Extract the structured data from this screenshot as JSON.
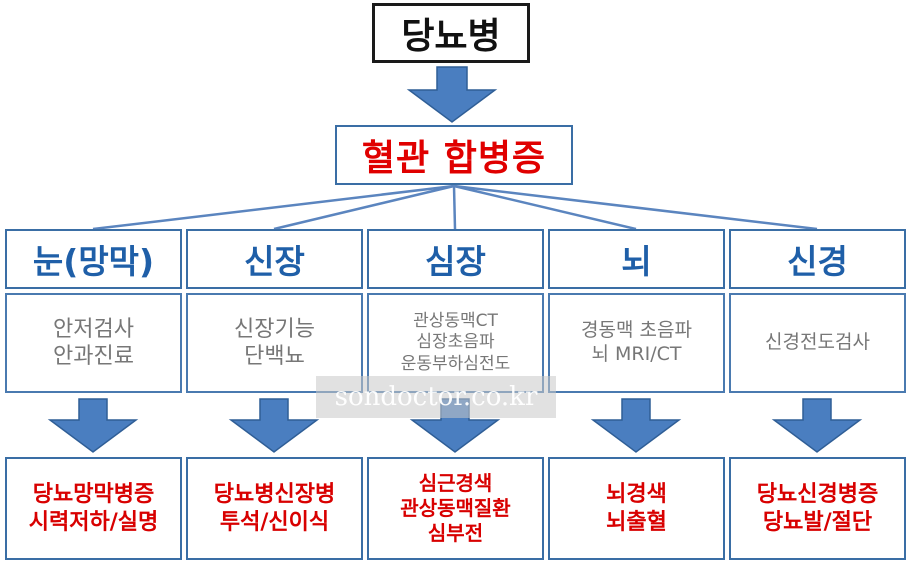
{
  "top": {
    "label": "당뇨병"
  },
  "middle": {
    "label": "혈관 합병증"
  },
  "columns": [
    {
      "category": "눈(망막)",
      "tests": [
        "안저검사",
        "안과진료"
      ],
      "results": [
        "당뇨망막병증",
        "시력저하/실명"
      ]
    },
    {
      "category": "신장",
      "tests": [
        "신장기능",
        "단백뇨"
      ],
      "results": [
        "당뇨병신장병",
        "투석/신이식"
      ]
    },
    {
      "category": "심장",
      "tests": [
        "관상동맥CT",
        "심장초음파",
        "운동부하심전도"
      ],
      "results": [
        "심근경색",
        "관상동맥질환",
        "심부전"
      ]
    },
    {
      "category": "뇌",
      "tests": [
        "경동맥 초음파",
        "뇌 MRI/CT"
      ],
      "results": [
        "뇌경색",
        "뇌출혈"
      ]
    },
    {
      "category": "신경",
      "tests": [
        "신경전도검사"
      ],
      "results": [
        "당뇨신경병증",
        "당뇨발/절단"
      ]
    }
  ],
  "watermark": "sondoctor.co.kr",
  "colors": {
    "arrow": "#4a7ec0",
    "category_text": "#1f5fa8",
    "result_text": "#d80000",
    "middle_text": "#e00000"
  }
}
